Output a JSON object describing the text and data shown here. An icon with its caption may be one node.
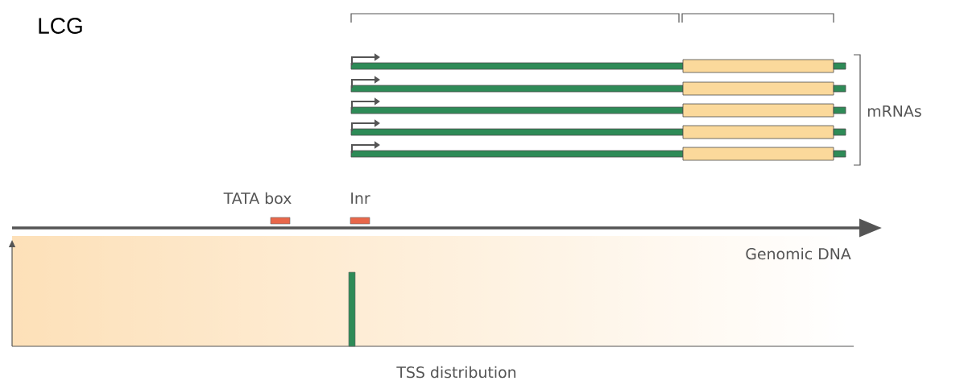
{
  "diagram": {
    "labels": [
      "LCG",
      "mRNAs",
      "TATA box",
      "Inr",
      "Genomic DNA",
      "TSS distribution"
    ]
  }
}
